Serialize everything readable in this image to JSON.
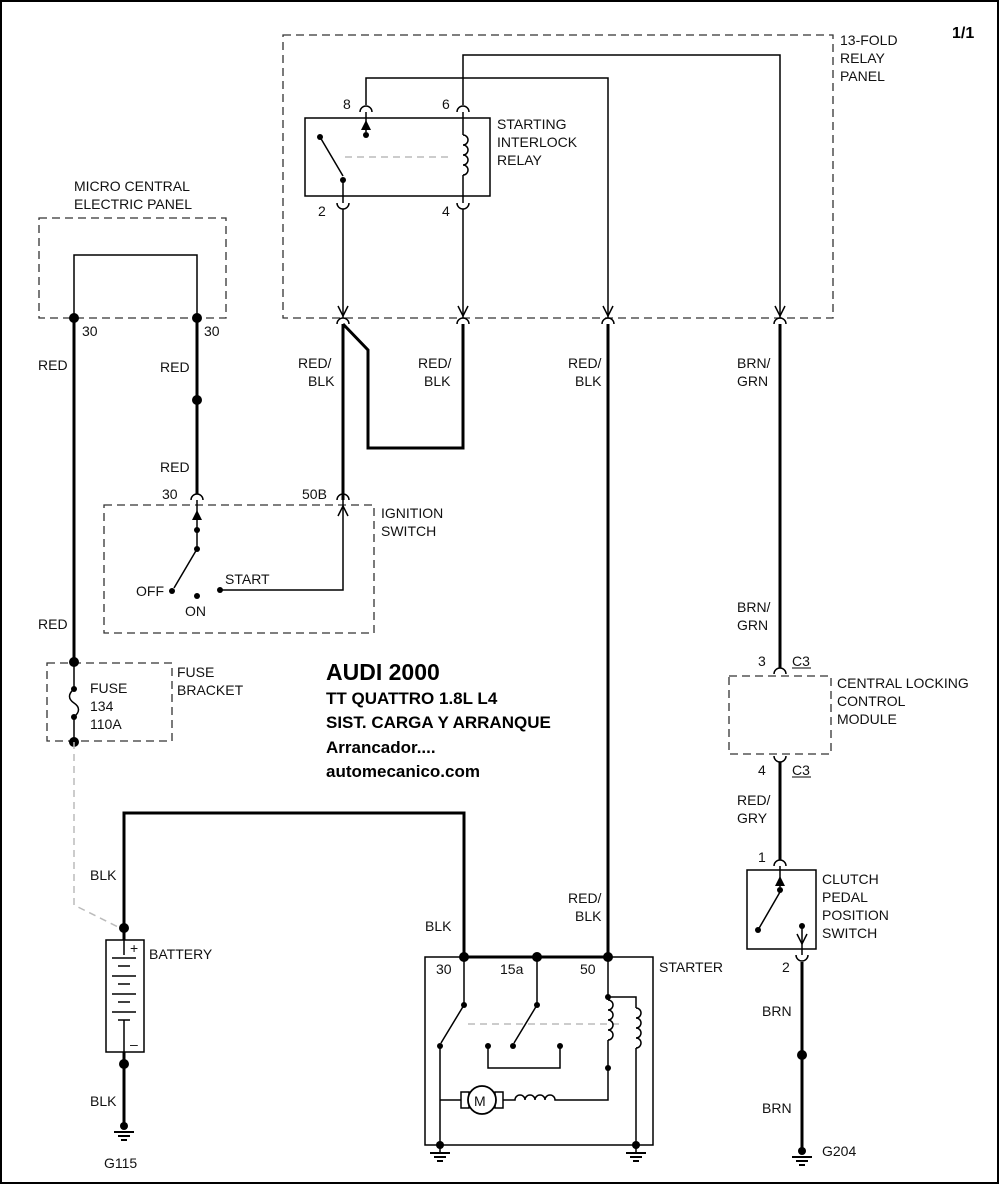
{
  "page_number": "1/1",
  "title": {
    "line1": "AUDI  2000",
    "line2": "TT QUATTRO  1.8L  L4",
    "line3": "SIST. CARGA Y ARRANQUE",
    "line4": "Arrancador....",
    "line5": "automecanico.com"
  },
  "components": {
    "relay_panel": [
      "13-FOLD",
      "RELAY",
      "PANEL"
    ],
    "interlock_relay": [
      "STARTING",
      "INTERLOCK",
      "RELAY"
    ],
    "micro_panel": [
      "MICRO CENTRAL",
      "ELECTRIC PANEL"
    ],
    "ignition_switch": [
      "IGNITION",
      "SWITCH"
    ],
    "fuse_bracket": [
      "FUSE",
      "BRACKET"
    ],
    "fuse": [
      "FUSE",
      "134",
      "110A"
    ],
    "central_locking": [
      "CENTRAL LOCKING",
      "CONTROL",
      "MODULE"
    ],
    "clutch_switch": [
      "CLUTCH",
      "PEDAL",
      "POSITION",
      "SWITCH"
    ],
    "battery": "BATTERY",
    "starter": "STARTER"
  },
  "pins": {
    "relay_8": "8",
    "relay_6": "6",
    "relay_2": "2",
    "relay_4": "4",
    "micro_left": "30",
    "micro_right": "30",
    "ign_30": "30",
    "ign_50b": "50B",
    "clm_3": "3",
    "clm_c3_top": "C3",
    "clm_4": "4",
    "clm_c3_bottom": "C3",
    "clutch_1": "1",
    "clutch_2": "2",
    "starter_30": "30",
    "starter_15a": "15a",
    "starter_50": "50",
    "battery_plus": "+",
    "battery_minus": "–"
  },
  "switch_positions": {
    "off": "OFF",
    "on": "ON",
    "start": "START"
  },
  "wire_colors": {
    "red_left_top": "RED",
    "red_mid_1": "RED",
    "red_mid_2": "RED",
    "red_left_bottom": "RED",
    "redblk_1": [
      "RED/",
      "BLK"
    ],
    "redblk_2": [
      "RED/",
      "BLK"
    ],
    "redblk_3": [
      "RED/",
      "BLK"
    ],
    "redblk_4": [
      "RED/",
      "BLK"
    ],
    "brngrn_1": [
      "BRN/",
      "GRN"
    ],
    "brngrn_2": [
      "BRN/",
      "GRN"
    ],
    "redgry": [
      "RED/",
      "GRY"
    ],
    "blk_battery_top": "BLK",
    "blk_battery_bottom": "BLK",
    "blk_starter": "BLK",
    "brn_1": "BRN",
    "brn_2": "BRN"
  },
  "grounds": {
    "g115": "G115",
    "g204": "G204"
  },
  "motor_symbol": "M"
}
